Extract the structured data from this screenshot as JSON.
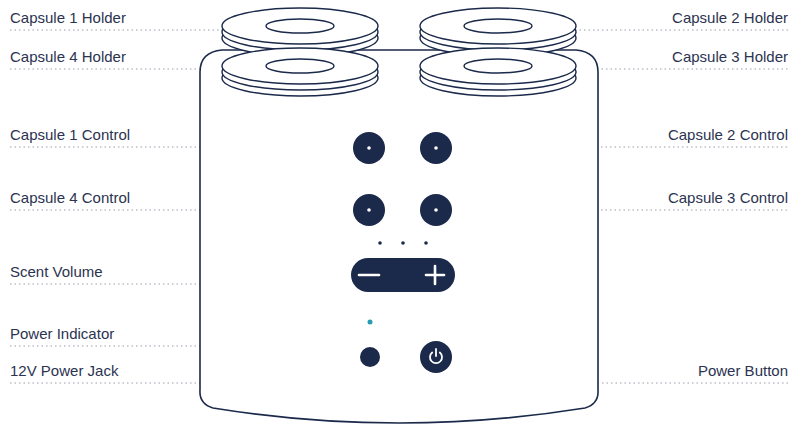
{
  "diagram": {
    "labels": [
      "Capsule 1 Holder",
      "Capsule 2 Holder",
      "Capsule 4 Holder",
      "Capsule 3 Holder",
      "Capsule 1 Control",
      "Capsule 2 Control",
      "Capsule 4 Control",
      "Capsule 3 Control",
      "Scent Volume",
      "Power Indicator",
      "12V Power Jack",
      "Power Button"
    ]
  }
}
